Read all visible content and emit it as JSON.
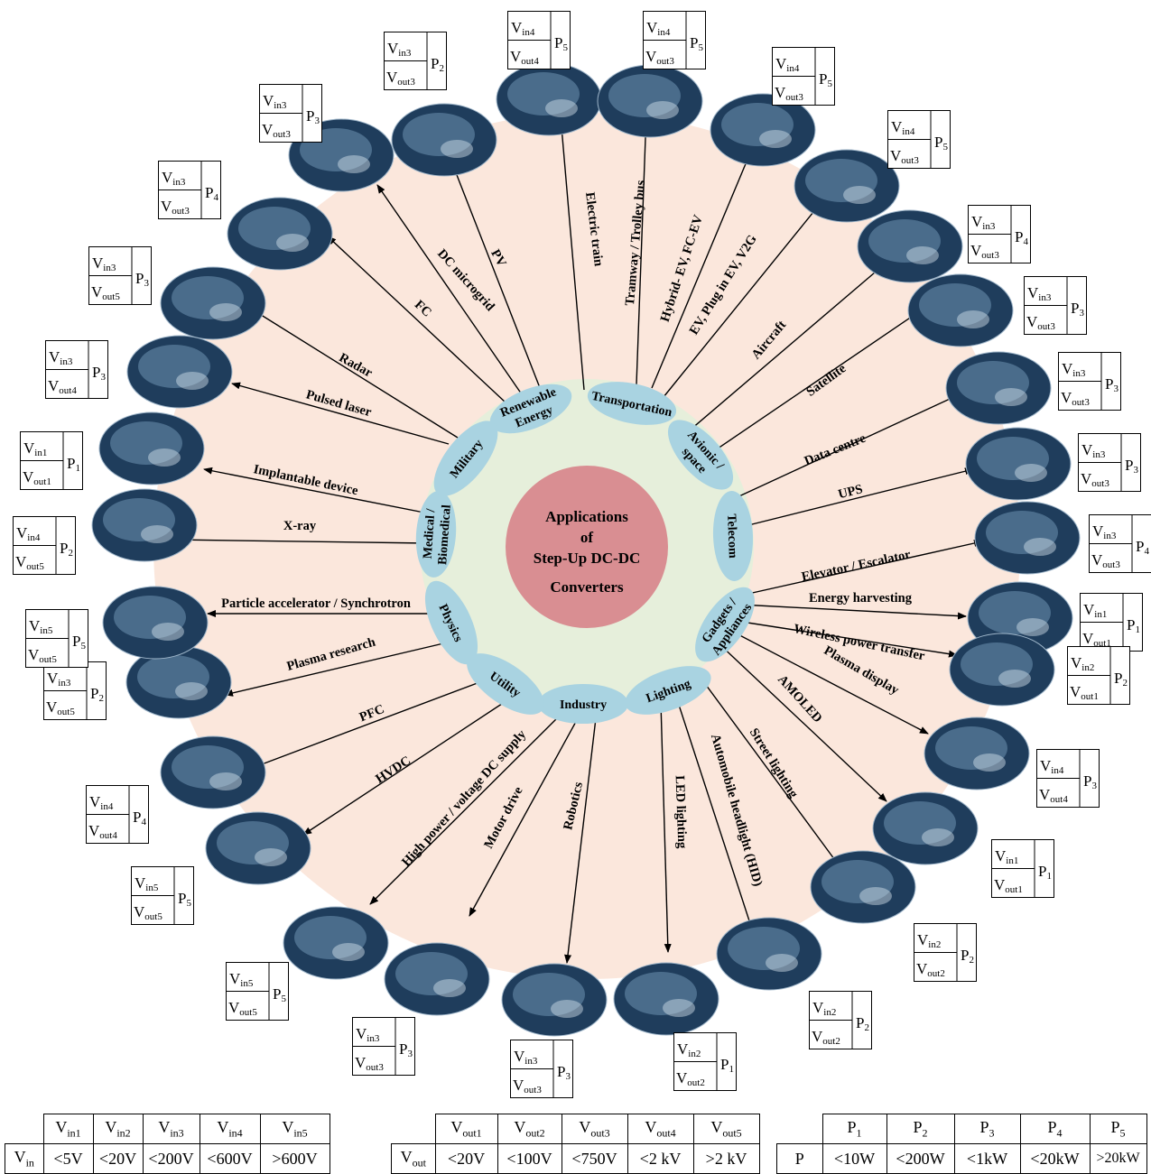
{
  "center_title": [
    "Applications",
    "of",
    "Step-Up DC-DC",
    "Converters"
  ],
  "categories": [
    {
      "id": "renewable",
      "label": [
        "Renewable",
        "Energy"
      ]
    },
    {
      "id": "transportation",
      "label": [
        "Transportation"
      ]
    },
    {
      "id": "avionic",
      "label": [
        "Avionic /",
        "space"
      ]
    },
    {
      "id": "telecom",
      "label": [
        "Telecom"
      ]
    },
    {
      "id": "gadgets",
      "label": [
        "Gadgets /",
        "Appliances"
      ]
    },
    {
      "id": "lighting",
      "label": [
        "Lighting"
      ]
    },
    {
      "id": "industry",
      "label": [
        "Industry"
      ]
    },
    {
      "id": "utility",
      "label": [
        "Utility"
      ]
    },
    {
      "id": "physics",
      "label": [
        "Physics"
      ]
    },
    {
      "id": "medical",
      "label": [
        "Medical /",
        "Biomedical"
      ]
    },
    {
      "id": "military",
      "label": [
        "Military"
      ]
    }
  ],
  "applications": [
    {
      "id": "pv",
      "label": "PV",
      "image": "solar-panel-image",
      "vin": "in3",
      "vout": "out3",
      "p": "2"
    },
    {
      "id": "electric-train",
      "label": "Electric train",
      "image": "train-image",
      "vin": "in4",
      "vout": "out4",
      "p": "5"
    },
    {
      "id": "tramway",
      "label": "Tramway / Trolley bus",
      "image": "trolley-bus-image",
      "vin": "in4",
      "vout": "out3",
      "p": "5"
    },
    {
      "id": "hybrid-ev",
      "label": "Hybrid- EV, FC-EV",
      "image": "fuel-plug-image",
      "vin": "in4",
      "vout": "out3",
      "p": "5"
    },
    {
      "id": "ev-plugin",
      "label": "EV, Plug in EV, V2G",
      "image": "ev-charging-image",
      "vin": "in4",
      "vout": "out3",
      "p": "5"
    },
    {
      "id": "aircraft",
      "label": "Aircraft",
      "image": "aircraft-image",
      "vin": "in3",
      "vout": "out3",
      "p": "4"
    },
    {
      "id": "satellite",
      "label": "Satellite",
      "image": "satellite-image",
      "vin": "in3",
      "vout": "out3",
      "p": "3"
    },
    {
      "id": "data-centre",
      "label": "Data centre",
      "image": "server-room-image",
      "vin": "in3",
      "vout": "out3",
      "p": "3"
    },
    {
      "id": "ups",
      "label": "UPS",
      "image": "ups-image",
      "vin": "in3",
      "vout": "out3",
      "p": "3"
    },
    {
      "id": "elevator",
      "label": "Elevator / Escalator",
      "image": "escalator-image",
      "vin": "in3",
      "vout": "out3",
      "p": "4"
    },
    {
      "id": "energy-harvesting",
      "label": "Energy harvesting",
      "image": "harvester-image",
      "vin": "in1",
      "vout": "out1",
      "p": "1"
    },
    {
      "id": "wireless-power",
      "label": "Wireless power transfer",
      "image": "wireless-coil-image",
      "vin": "in2",
      "vout": "out1",
      "p": "2"
    },
    {
      "id": "plasma-display",
      "label": "Plasma display",
      "image": "tv-image",
      "vin": "in4",
      "vout": "out4",
      "p": "3"
    },
    {
      "id": "amoled",
      "label": "AMOLED",
      "image": "smartphones-image",
      "vin": "in1",
      "vout": "out1",
      "p": "1"
    },
    {
      "id": "street-lighting",
      "label": "Street lighting",
      "image": "street-light-image",
      "vin": "in2",
      "vout": "out2",
      "p": "2"
    },
    {
      "id": "automobile-headlight",
      "label": "Automobile headlight (HID)",
      "image": "headlight-image",
      "vin": "in2",
      "vout": "out2",
      "p": "2"
    },
    {
      "id": "led-lighting",
      "label": "LED lighting",
      "image": "led-image",
      "vin": "in2",
      "vout": "out2",
      "p": "1"
    },
    {
      "id": "robotics",
      "label": "Robotics",
      "image": "robot-arm-image",
      "vin": "in3",
      "vout": "out3",
      "p": "3"
    },
    {
      "id": "motor-drive",
      "label": "Motor drive",
      "image": "motor-drive-image",
      "vin": "in3",
      "vout": "out3",
      "p": "3"
    },
    {
      "id": "high-power-dc",
      "label": "High power / voltage DC supply",
      "image": "power-cabinet-image",
      "vin": "in5",
      "vout": "out5",
      "p": "5"
    },
    {
      "id": "hvdc",
      "label": "HVDC",
      "image": "transmission-tower-image",
      "vin": "in5",
      "vout": "out5",
      "p": "5"
    },
    {
      "id": "pfc",
      "label": "PFC",
      "image": "switchgear-image",
      "vin": "in4",
      "vout": "out4",
      "p": "4"
    },
    {
      "id": "plasma-research",
      "label": "Plasma research",
      "image": "plasma-chamber-image",
      "vin": "in3",
      "vout": "out5",
      "p": "2"
    },
    {
      "id": "particle-accelerator",
      "label": "Particle accelerator / Synchrotron",
      "image": "synchrotron-image",
      "vin": "in5",
      "vout": "out5",
      "p": "5"
    },
    {
      "id": "x-ray",
      "label": "X-ray",
      "image": "xray-machine-image",
      "vin": "in4",
      "vout": "out5",
      "p": "2"
    },
    {
      "id": "implantable",
      "label": "Implantable device",
      "image": "implant-image",
      "vin": "in1",
      "vout": "out1",
      "p": "1"
    },
    {
      "id": "pulsed-laser",
      "label": "Pulsed laser",
      "image": "military-truck-image",
      "vin": "in3",
      "vout": "out4",
      "p": "3"
    },
    {
      "id": "radar",
      "label": "Radar",
      "image": "radar-image",
      "vin": "in3",
      "vout": "out5",
      "p": "3"
    },
    {
      "id": "fc",
      "label": "FC",
      "image": "fuel-cell-image",
      "vin": "in3",
      "vout": "out3",
      "p": "4"
    },
    {
      "id": "dc-microgrid",
      "label": "DC microgrid",
      "image": "microgrid-image",
      "vin": "in3",
      "vout": "out3",
      "p": "3"
    }
  ],
  "key": {
    "vin_header": "V",
    "vin_headers": [
      "in1",
      "in2",
      "in3",
      "in4",
      "in5"
    ],
    "vin_values": [
      "<5V",
      "<20V",
      "<200V",
      "<600V",
      ">600V"
    ],
    "vout_header": "V",
    "vout_headers": [
      "out1",
      "out2",
      "out3",
      "out4",
      "out5"
    ],
    "vout_values": [
      "<20V",
      "<100V",
      "<750V",
      "<2 kV",
      ">2 kV"
    ],
    "p_header": "P",
    "p_headers": [
      "1",
      "2",
      "3",
      "4",
      "5"
    ],
    "p_values": [
      "<10W",
      "<200W",
      "<1kW",
      "<20kW",
      ">20kW"
    ]
  },
  "colors": {
    "outer_disc": "#fbe7dc",
    "inner_disc": "#e6efdb",
    "center_circle": "#d98e92",
    "category_ellipse": "#a9d3e1"
  }
}
